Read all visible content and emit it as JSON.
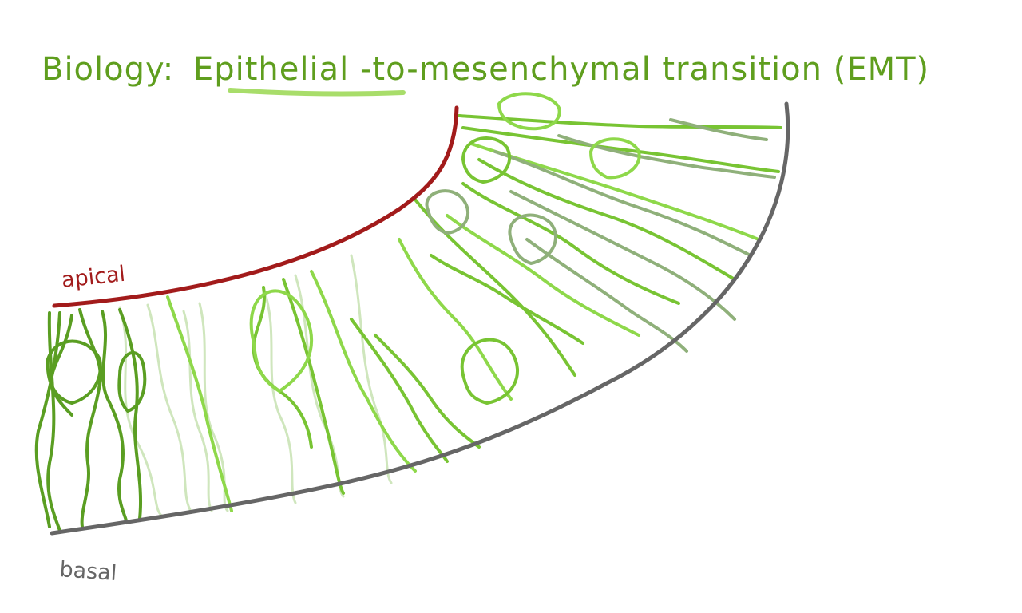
{
  "title": {
    "prefix": "Biology:",
    "highlight": "Epithelial",
    "suffix": "-to-mesenchymal transition (EMT)"
  },
  "labels": {
    "apical": "apical",
    "basal": "basal"
  },
  "colors": {
    "title": "#5f9e1e",
    "underline": "#a8dd6a",
    "apical": "#a21b1b",
    "basal": "#666666",
    "cell_dark": "#5a9e22",
    "cell_mid": "#78c433",
    "cell_light": "#8ed84a",
    "cell_pale": "#cfe6bd",
    "cell_gray": "#8fb07a"
  }
}
